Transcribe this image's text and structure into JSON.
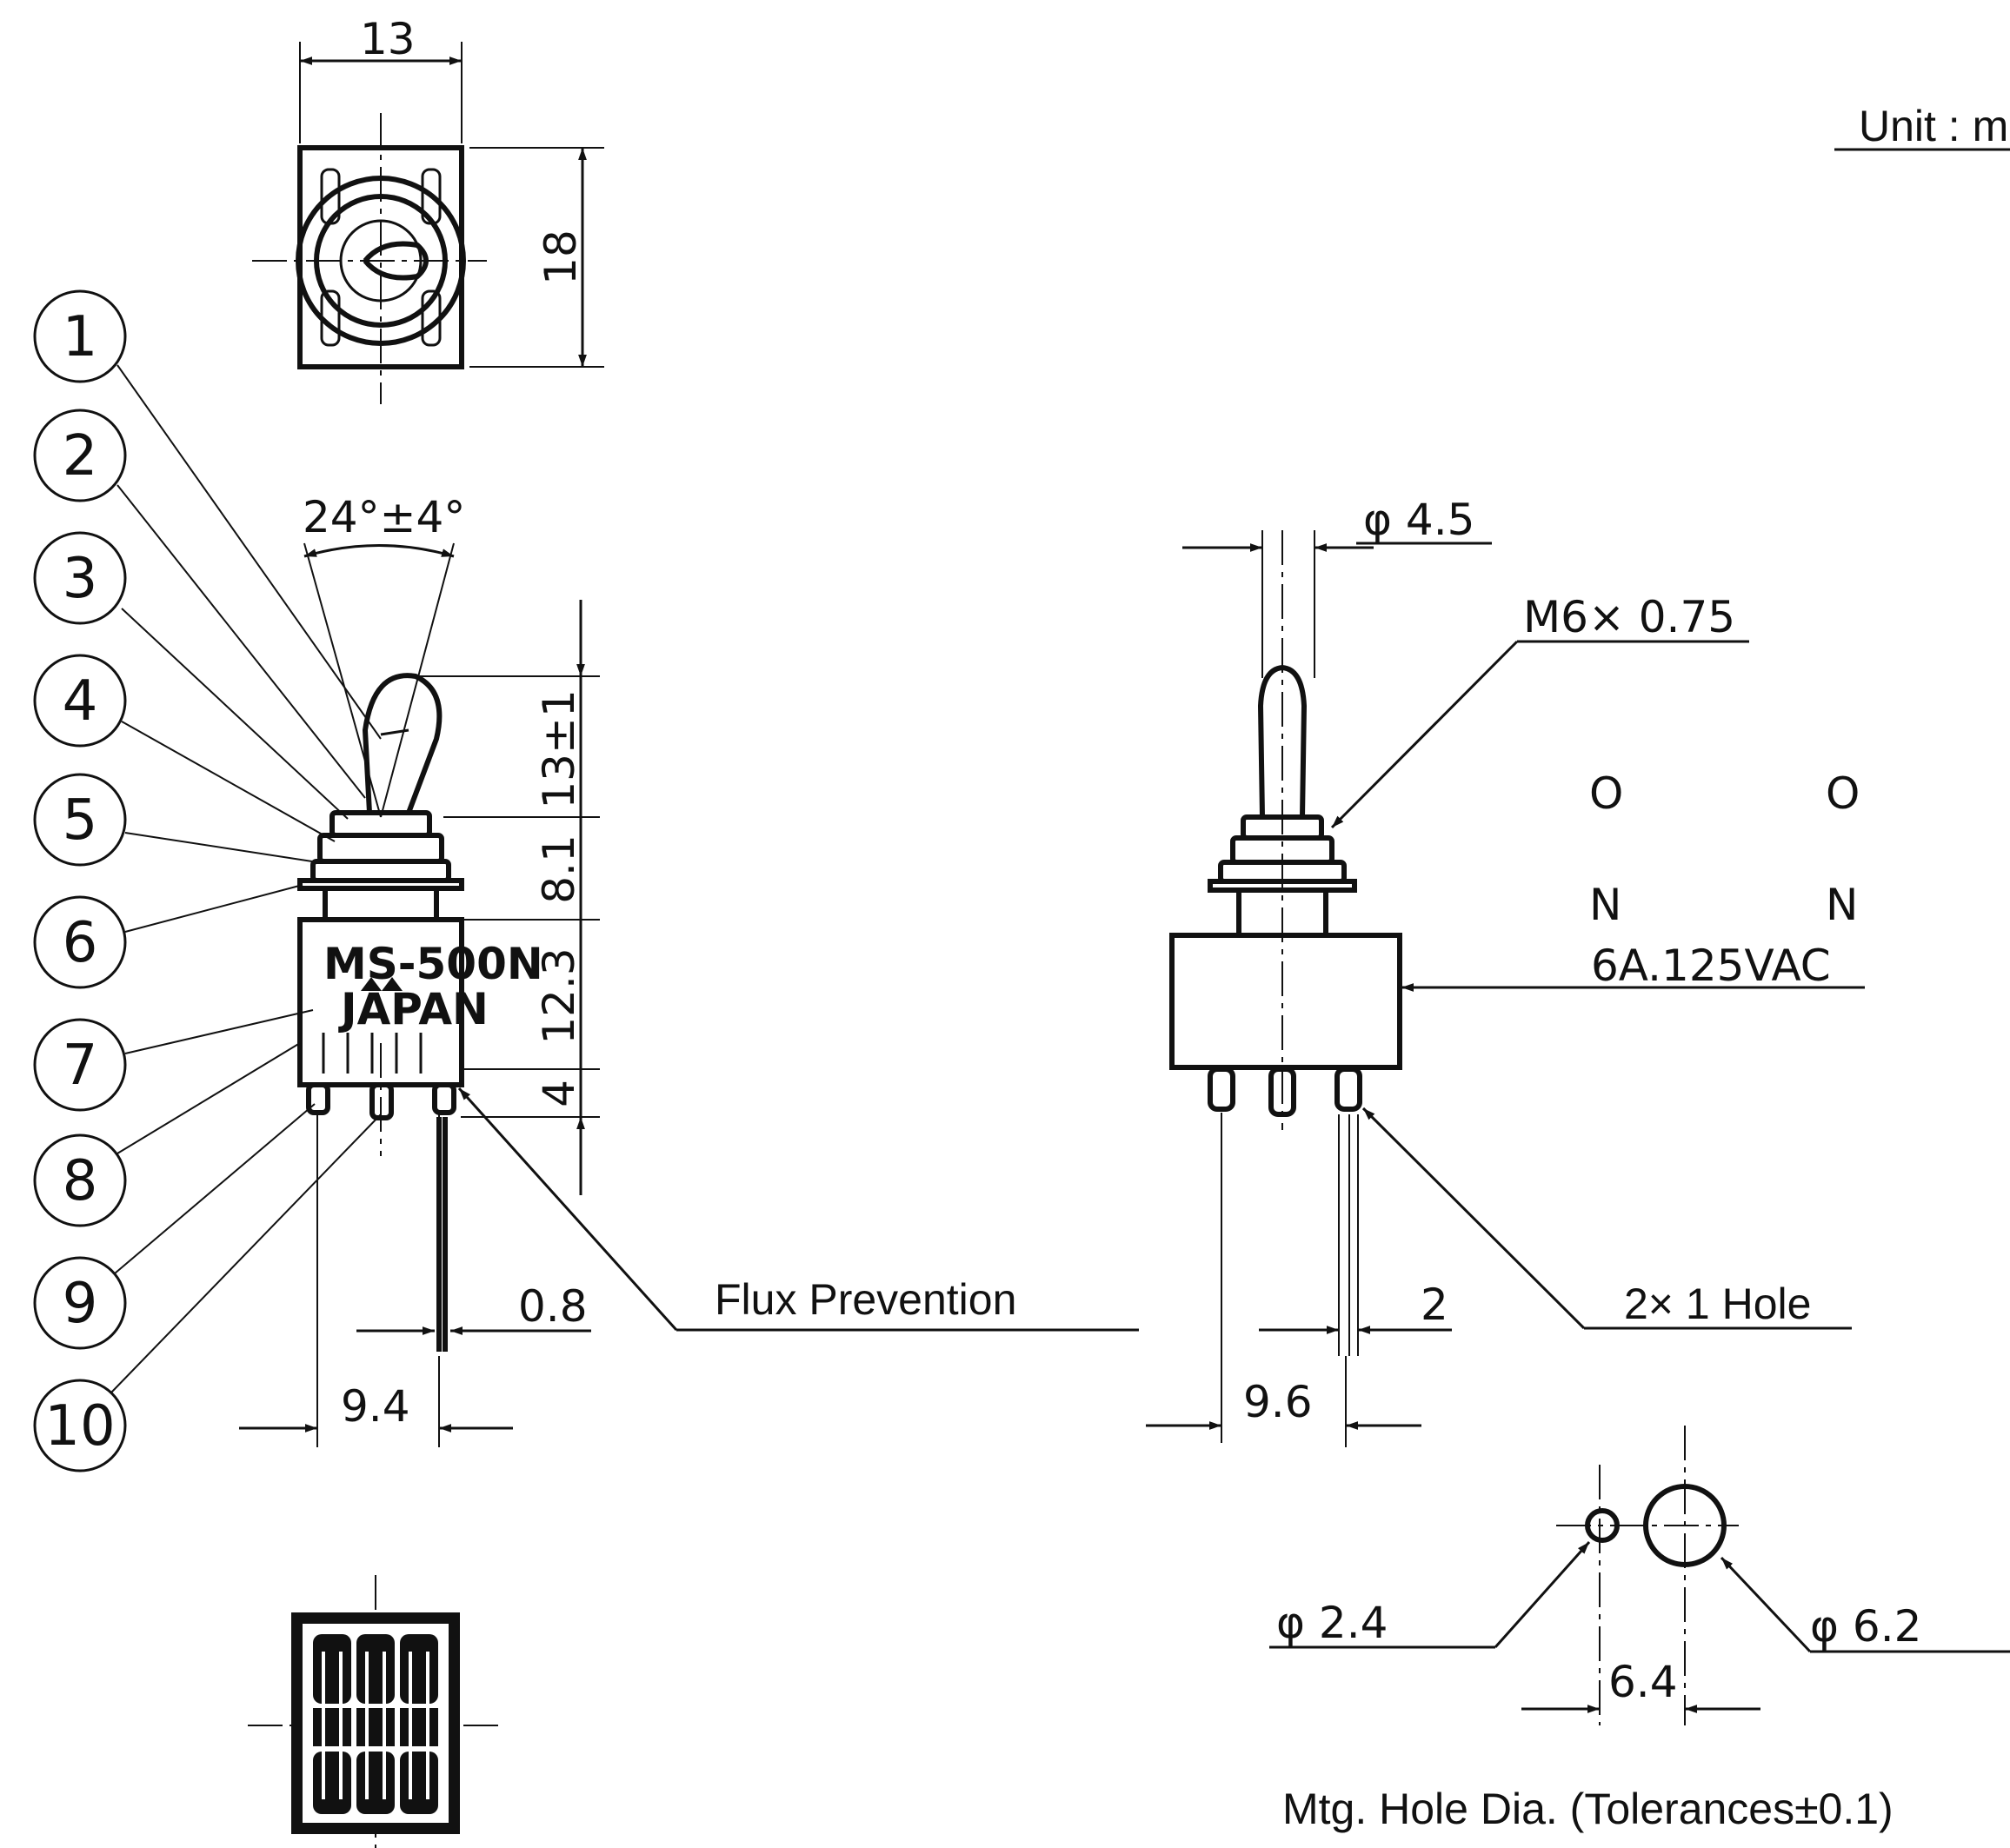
{
  "unit_note": "Unit : m",
  "top_view": {
    "width_dim": "13",
    "height_dim": "18"
  },
  "side_view": {
    "angle_dim": "24°±4°",
    "lever_dim": "13±1",
    "bushing_dim": "8.1",
    "body_dim": "12.3",
    "terminal_dim": "4",
    "terminal_thickness_dim": "0.8",
    "terminal_pitch_dim": "9.4",
    "body_marking": [
      "MS-500N",
      "JAPAN"
    ]
  },
  "front_view": {
    "stem_dia_dim": "φ 4.5",
    "thread_dim": "M6× 0.75",
    "rating_on_left": [
      "O",
      "N"
    ],
    "rating_on_right": [
      "O",
      "N"
    ],
    "rating": "6A.125VAC",
    "hole_label": "2× 1 Hole",
    "terminal_width_dim": "2",
    "terminal_pitch_dim": "9.6"
  },
  "callout_label": "Flux Prevention",
  "part_numbers": [
    "1",
    "2",
    "3",
    "4",
    "5",
    "6",
    "7",
    "8",
    "9",
    "10"
  ],
  "mounting": {
    "small_hole_dim": "φ 2.4",
    "large_hole_dim": "φ 6.2",
    "spacing_dim": "6.4",
    "caption": "Mtg. Hole Dia. (Tolerances±0.1)"
  }
}
